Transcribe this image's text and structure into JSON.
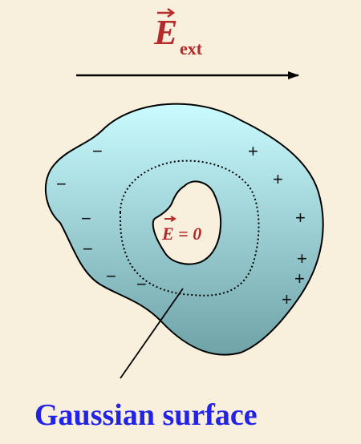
{
  "field_label": {
    "symbol": "E",
    "subscript": "ext"
  },
  "inner_label": "E = 0",
  "caption": "Gaussian surface",
  "charges": {
    "negative": [
      "−",
      "−",
      "−",
      "−",
      "−",
      "−"
    ],
    "positive": [
      "+",
      "+",
      "+",
      "+",
      "+",
      "+"
    ]
  },
  "colors": {
    "background": "#f8efdc",
    "field_label": "#b52a2a",
    "caption": "#2323e6",
    "conductor_top": "#c9fbff",
    "conductor_bottom": "#6fa3a8"
  }
}
